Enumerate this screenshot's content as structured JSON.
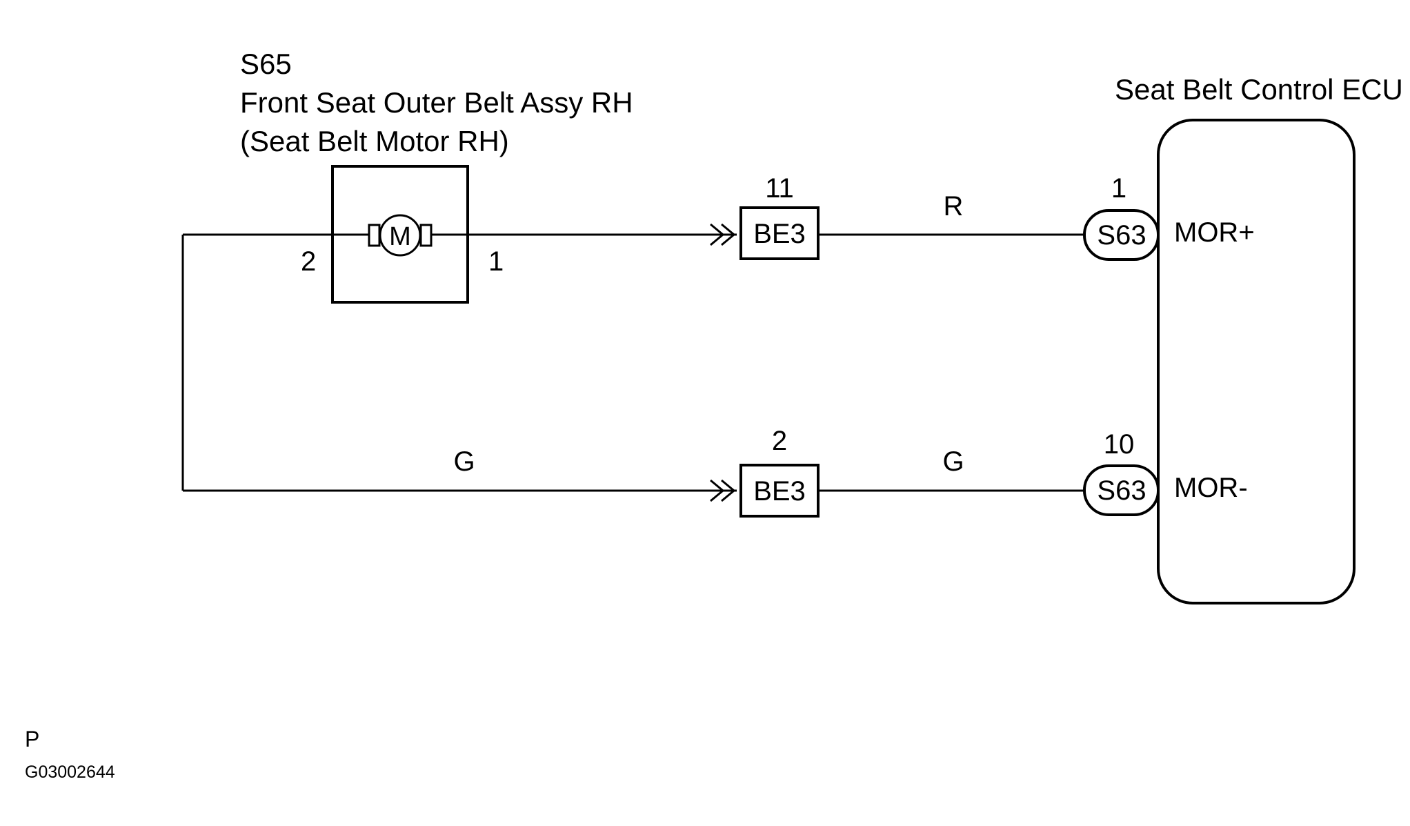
{
  "motor_component": {
    "code": "S65",
    "name": "Front Seat Outer Belt Assy RH",
    "sub_name": "(Seat Belt Motor RH)",
    "symbol": "M",
    "pin_left": "2",
    "pin_right": "1"
  },
  "ecu": {
    "name": "Seat Belt Control ECU",
    "pins": [
      {
        "terminal": "1",
        "connector": "S63",
        "signal": "MOR+"
      },
      {
        "terminal": "10",
        "connector": "S63",
        "signal": "MOR-"
      }
    ]
  },
  "junctions": [
    {
      "pin": "11",
      "connector": "BE3"
    },
    {
      "pin": "2",
      "connector": "BE3"
    }
  ],
  "wires": [
    {
      "color_code": "R"
    },
    {
      "color_code": "G"
    },
    {
      "color_code": "G"
    }
  ],
  "footer": {
    "page_code": "P",
    "figure_id": "G03002644"
  }
}
